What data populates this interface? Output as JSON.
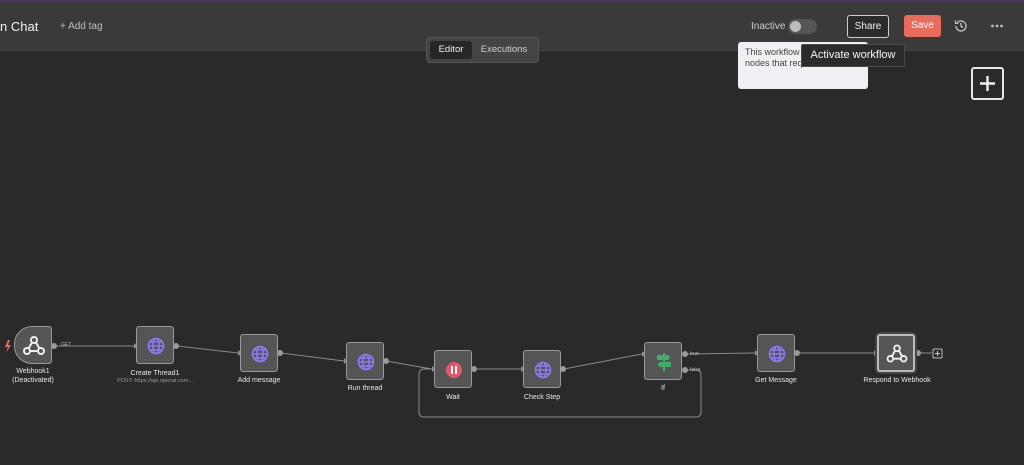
{
  "header": {
    "workflow_name": "n Chat",
    "add_tag": "+ Add tag",
    "status_label": "Inactive",
    "share": "Share",
    "save": "Save"
  },
  "view_tabs": [
    "Editor",
    "Executions"
  ],
  "tooltips": {
    "activation_note": "This workflow has no trigger nodes that require activation",
    "activate": "Activate workflow"
  },
  "nodes": [
    {
      "name": "Webhook1",
      "subtitle": "(Deactivated)"
    },
    {
      "name": "Create Thread1",
      "subtitle": "POST: https://api.openai.com..."
    },
    {
      "name": "Add message"
    },
    {
      "name": "Run thread"
    },
    {
      "name": "Wait"
    },
    {
      "name": "Check Step"
    },
    {
      "name": "If"
    },
    {
      "name": "Get Message"
    },
    {
      "name": "Respond to Webhook"
    }
  ],
  "edge_labels": {
    "webhook_method": "GET",
    "if_true": "true",
    "if_false": "false"
  },
  "colors": {
    "save_button": "#ea6b5a",
    "http_icon": "#8b7cf6",
    "wait_icon": "#e5566a",
    "if_icon": "#3fae67",
    "trigger_bolt": "#ea6b5a"
  },
  "icons": {
    "webhook": "webhook-icon",
    "http": "globe-icon",
    "wait": "pause-icon",
    "if": "signpost-icon"
  }
}
